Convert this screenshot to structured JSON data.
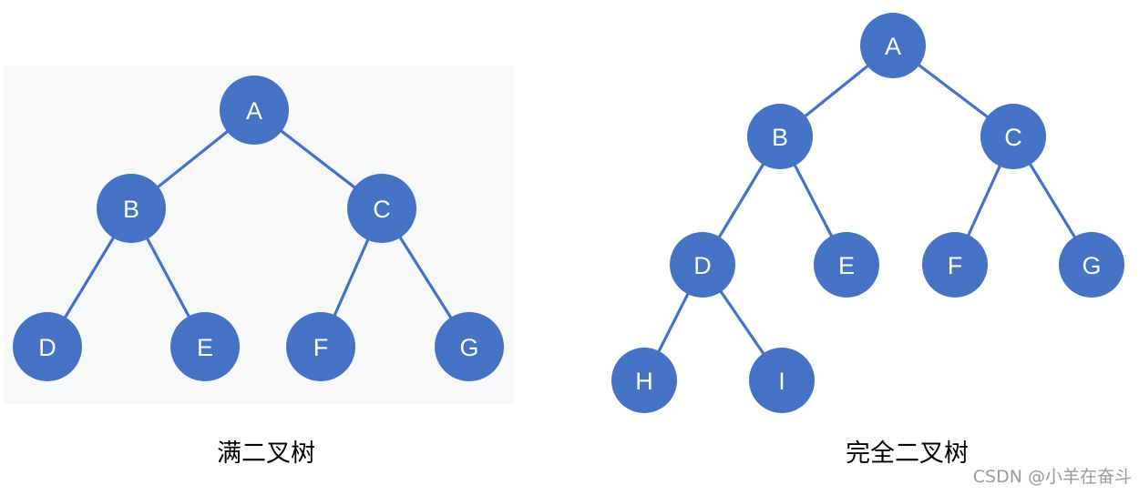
{
  "full_tree": {
    "caption": "满二叉树",
    "nodes": [
      {
        "id": "A",
        "label": "A"
      },
      {
        "id": "B",
        "label": "B"
      },
      {
        "id": "C",
        "label": "C"
      },
      {
        "id": "D",
        "label": "D"
      },
      {
        "id": "E",
        "label": "E"
      },
      {
        "id": "F",
        "label": "F"
      },
      {
        "id": "G",
        "label": "G"
      }
    ],
    "edges": [
      [
        "A",
        "B"
      ],
      [
        "A",
        "C"
      ],
      [
        "B",
        "D"
      ],
      [
        "B",
        "E"
      ],
      [
        "C",
        "F"
      ],
      [
        "C",
        "G"
      ]
    ]
  },
  "complete_tree": {
    "caption": "完全二叉树",
    "nodes": [
      {
        "id": "A",
        "label": "A"
      },
      {
        "id": "B",
        "label": "B"
      },
      {
        "id": "C",
        "label": "C"
      },
      {
        "id": "D",
        "label": "D"
      },
      {
        "id": "E",
        "label": "E"
      },
      {
        "id": "F",
        "label": "F"
      },
      {
        "id": "G",
        "label": "G"
      },
      {
        "id": "H",
        "label": "H"
      },
      {
        "id": "I",
        "label": "I"
      }
    ],
    "edges": [
      [
        "A",
        "B"
      ],
      [
        "A",
        "C"
      ],
      [
        "B",
        "D"
      ],
      [
        "B",
        "E"
      ],
      [
        "C",
        "F"
      ],
      [
        "C",
        "G"
      ],
      [
        "D",
        "H"
      ],
      [
        "D",
        "I"
      ]
    ]
  },
  "watermark": "CSDN @小羊在奋斗"
}
